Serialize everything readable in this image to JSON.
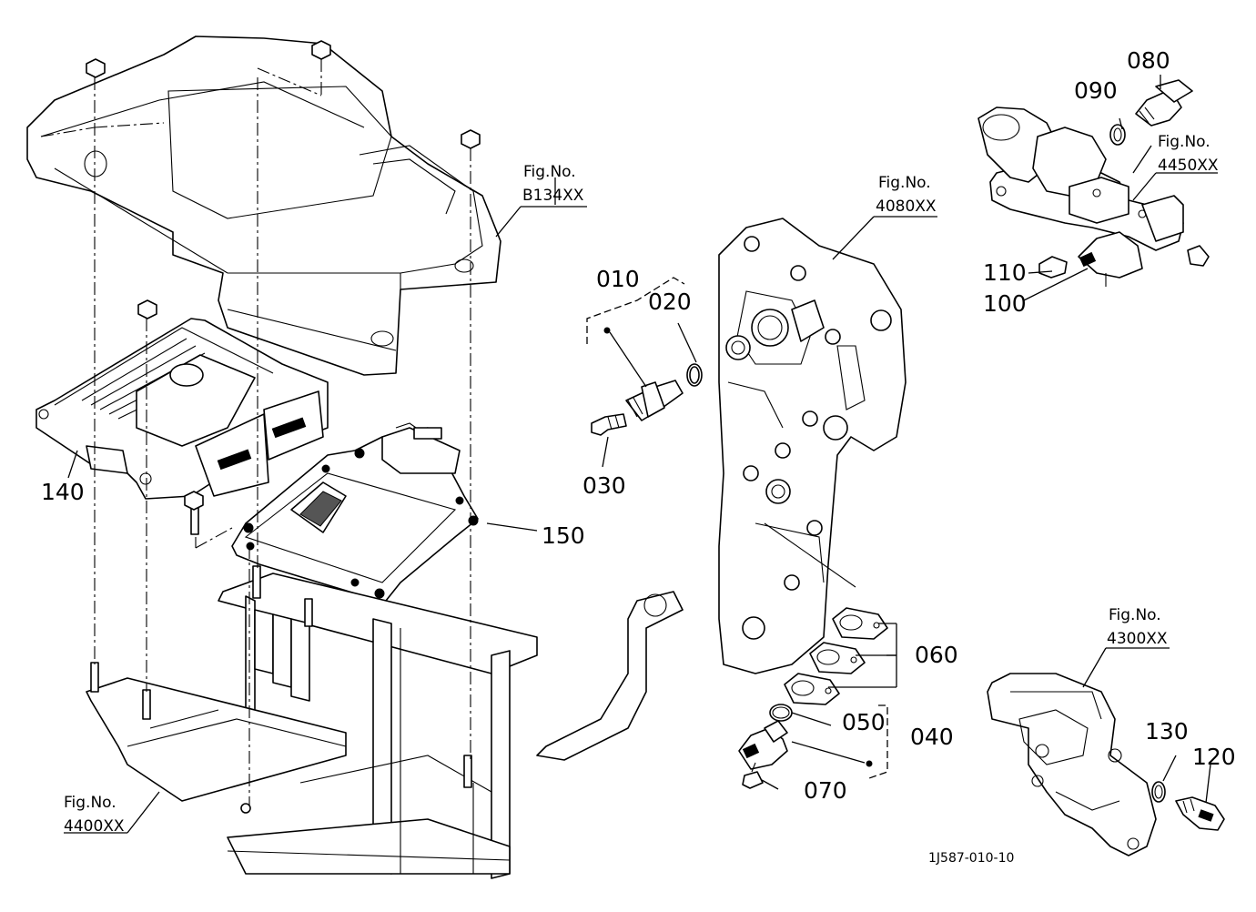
{
  "parts": {
    "p010": "010",
    "p020": "020",
    "p030": "030",
    "p040": "040",
    "p050": "050",
    "p060": "060",
    "p070": "070",
    "p080": "080",
    "p090": "090",
    "p100": "100",
    "p110": "110",
    "p120": "120",
    "p130": "130",
    "p140": "140",
    "p150": "150"
  },
  "figure_refs": {
    "b134": {
      "title": "Fig.No.",
      "number": "B134XX"
    },
    "f4080": {
      "title": "Fig.No.",
      "number": "4080XX"
    },
    "f4450": {
      "title": "Fig.No.",
      "number": "4450XX"
    },
    "f4300": {
      "title": "Fig.No.",
      "number": "4300XX"
    },
    "f4400": {
      "title": "Fig.No.",
      "number": "4400XX"
    }
  },
  "drawing_code": "1J587-010-10"
}
